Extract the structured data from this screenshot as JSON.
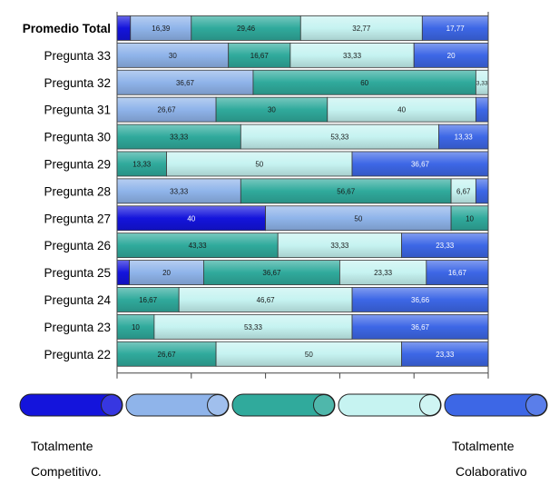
{
  "chart_data": {
    "type": "bar",
    "orientation": "horizontal",
    "stacked": true,
    "xlim": [
      0,
      100
    ],
    "grid": false,
    "legend_placement": "bottom",
    "categories": [
      "Promedio Total",
      "Pregunta 33",
      "Pregunta 32",
      "Pregunta 31",
      "Pregunta 30",
      "Pregunta 29",
      "Pregunta 28",
      "Pregunta 27",
      "Pregunta 26",
      "Pregunta 25",
      "Pregunta 24",
      "Pregunta 23",
      "Pregunta 22"
    ],
    "series": [
      {
        "color": "#1414dc",
        "values": [
          3.61,
          0,
          0,
          0,
          0,
          0,
          0,
          40,
          0,
          3.33,
          0,
          0,
          0
        ],
        "labels": [
          "",
          "",
          "",
          "",
          "",
          "",
          "",
          "40",
          "",
          "",
          "",
          "",
          ""
        ]
      },
      {
        "color": "#8fb4ea",
        "values": [
          16.39,
          30,
          36.67,
          26.67,
          0,
          0,
          33.33,
          50,
          0,
          20,
          0,
          0,
          0
        ],
        "labels": [
          "16,39",
          "30",
          "36,67",
          "26,67",
          "",
          "",
          "33,33",
          "50",
          "",
          "20",
          "",
          "",
          ""
        ]
      },
      {
        "color": "#30aa9c",
        "values": [
          29.46,
          16.67,
          60,
          30,
          33.33,
          13.33,
          56.67,
          10,
          43.33,
          36.67,
          16.67,
          10,
          26.67
        ],
        "labels": [
          "29,46",
          "16,67",
          "60",
          "30",
          "33,33",
          "13,33",
          "56,67",
          "10",
          "43,33",
          "36,67",
          "16,67",
          "10",
          "26,67"
        ]
      },
      {
        "color": "#c6f3f1",
        "values": [
          32.77,
          33.33,
          3.33,
          40,
          53.33,
          50,
          6.67,
          0,
          33.33,
          23.33,
          46.67,
          53.33,
          50
        ],
        "labels": [
          "32,77",
          "33,33",
          "3,33",
          "40",
          "53,33",
          "50",
          "6,67",
          "",
          "33,33",
          "23,33",
          "46,67",
          "53,33",
          "50"
        ]
      },
      {
        "color": "#3d67e6",
        "values": [
          17.77,
          20,
          0,
          3.33,
          13.33,
          36.67,
          3.33,
          0,
          23.33,
          16.67,
          36.66,
          36.67,
          23.33
        ],
        "labels": [
          "17,77",
          "20",
          "",
          "",
          "13,33",
          "36,67",
          "",
          "",
          "23,33",
          "16,67",
          "36,66",
          "36,67",
          "23,33"
        ]
      }
    ],
    "legend_captions": {
      "left_line1": "Totalmente",
      "left_line2": "Competitivo.",
      "right_line1": "Totalmente",
      "right_line2": "Colaborativo"
    }
  },
  "colors": {
    "series_1": "#1414dc",
    "series_2": "#8fb4ea",
    "series_3": "#30aa9c",
    "series_4": "#c6f3f1",
    "series_5": "#3d67e6"
  }
}
